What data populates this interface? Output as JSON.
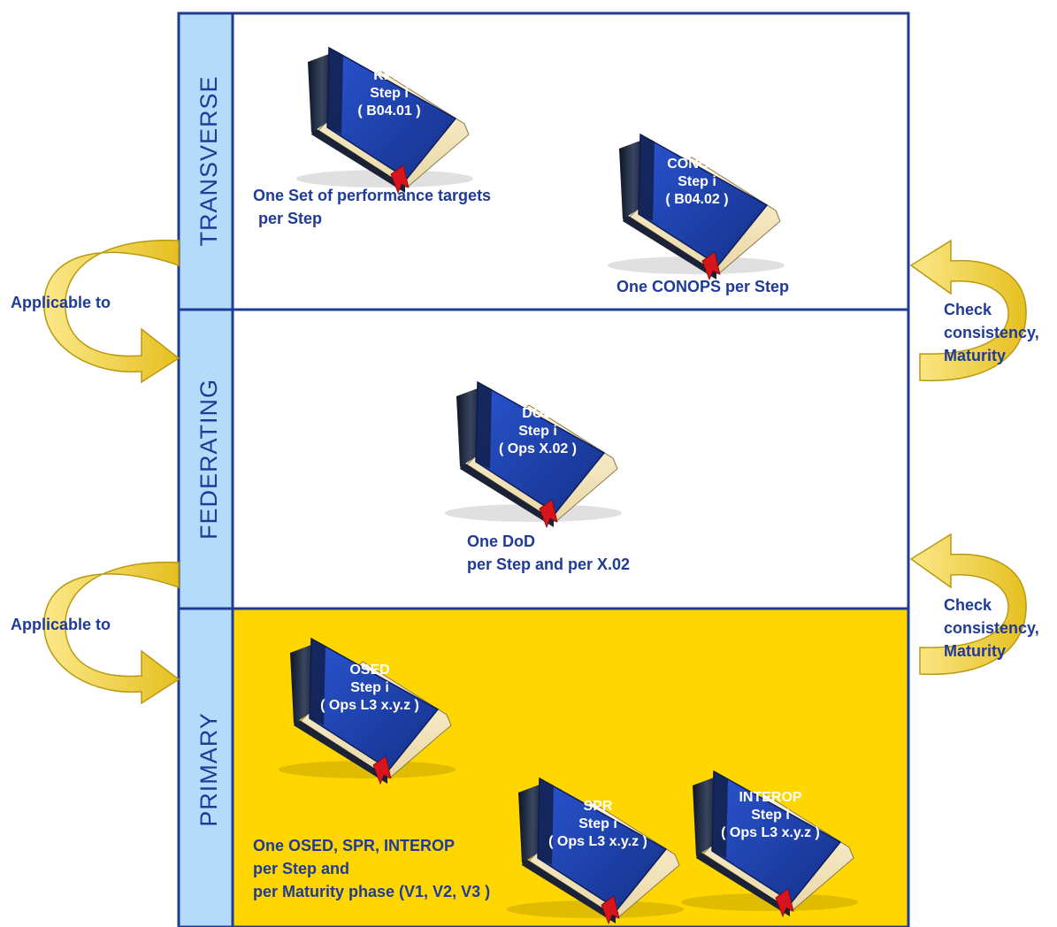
{
  "colors": {
    "frame": "#1f3b95",
    "band_fill": "#b4dcfa",
    "primary_fill": "#ffd600",
    "text": "#1f3b95",
    "book_cover": "#1a3fae",
    "arrow": "#f0d23a"
  },
  "bands": {
    "transverse": "TRANSVERSE",
    "federating": "FEDERATING",
    "primary": "PRIMARY"
  },
  "books": {
    "kpis": {
      "title": "KPIs",
      "step": "Step i",
      "ref": "( B04.01 )"
    },
    "conops": {
      "title": "CONOPs",
      "step": "Step i",
      "ref": "( B04.02 )"
    },
    "dod": {
      "title": "DOD",
      "step": "Step i",
      "ref": "( Ops X.02 )"
    },
    "osed": {
      "title": "OSED",
      "step": "Step i",
      "ref": "( Ops L3 x.y.z )"
    },
    "spr": {
      "title": "SPR",
      "step": "Step i",
      "ref": "( Ops L3 x.y.z )"
    },
    "interop": {
      "title": "INTEROP",
      "step": "Step i",
      "ref": "( Ops L3 x.y.z )"
    }
  },
  "captions": {
    "kpis_line1": "One Set of performance targets",
    "kpis_line2": "per Step",
    "conops": "One CONOPS per Step",
    "dod_line1": "One DoD",
    "dod_line2": "per Step and per X.02",
    "primary_line1": "One OSED, SPR, INTEROP",
    "primary_line2": "per Step  and",
    "primary_line3": "per Maturity phase (V1, V2, V3 )"
  },
  "side_labels": {
    "applicable_top": "Applicable to",
    "applicable_bottom": "Applicable to",
    "check_top_line1": "Check",
    "check_top_line2": "consistency,",
    "check_top_line3": "Maturity",
    "check_bottom_line1": "Check",
    "check_bottom_line2": "consistency,",
    "check_bottom_line3": "Maturity"
  }
}
